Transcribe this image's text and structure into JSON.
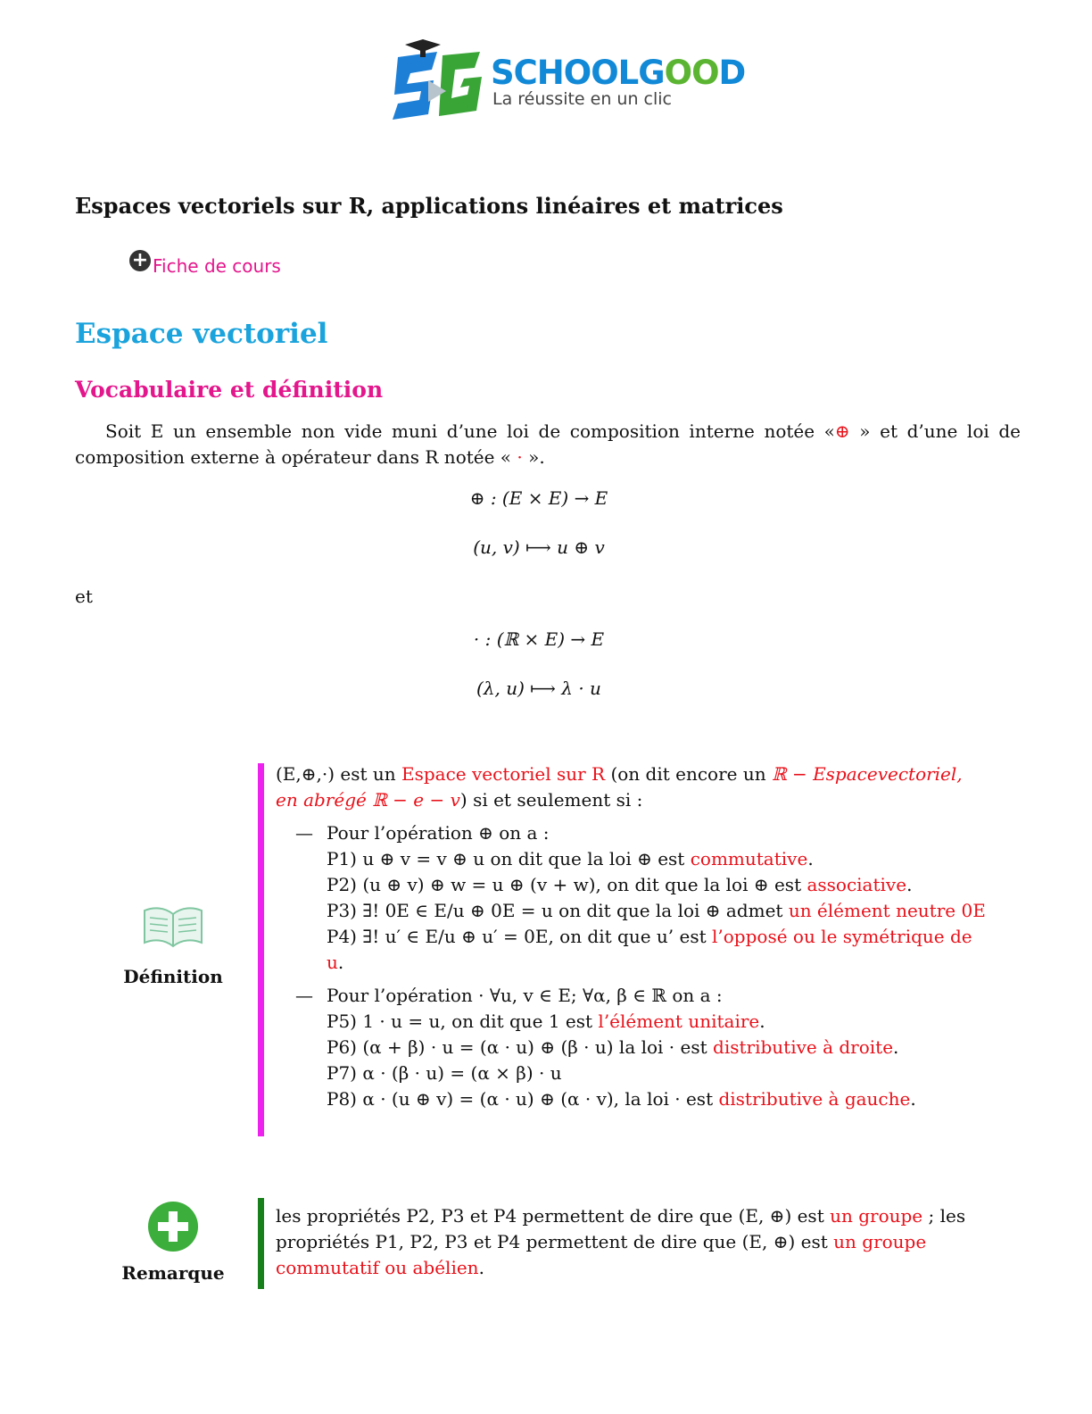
{
  "brand": {
    "name_part1": "SCHOOLG",
    "name_part2": "OO",
    "name_part3": "D",
    "tagline": "La réussite en un clic"
  },
  "document": {
    "title": "Espaces vectoriels sur R, applications linéaires et matrices",
    "fiche_link": "Fiche de cours",
    "section_heading": "Espace vectoriel",
    "subsection_heading": "Vocabulaire et définition",
    "intro": {
      "p1": "Soit E un ensemble non vide muni d’une loi de composition interne notée «",
      "op_plus": "⊕",
      "p2": " » et d’une loi de composi­tion externe à opérateur dans R notée « ",
      "op_dot": "·",
      "p3": " »."
    },
    "equations": {
      "e1": "⊕ : (E × E) → E",
      "e2": "(u, v) ⟼ u ⊕ v",
      "et": "et",
      "e3": "· : (ℝ × E) → E",
      "e4": "(λ, u) ⟼ λ · u"
    }
  },
  "definition": {
    "label": "Définition",
    "icon": "open-book-icon",
    "accent_color": "#ee22ee",
    "intro_a": "(E,⊕,·) est un ",
    "intro_red1": "Espace vectoriel sur R",
    "intro_b": " (on dit encore un ",
    "intro_red2": "ℝ − Espacevectoriel, en abrégé ℝ − e − v",
    "intro_c": ") si et seulement si :",
    "group1_head": "Pour l’opération ⊕ on a :",
    "group2_head": "Pour l’opération · ∀u, v ∈ E; ∀α, β ∈ ℝ on a :",
    "p1_a": "P1) u ⊕ v = v ⊕ u on dit que la loi ⊕ est ",
    "p1_red": "commutative",
    "p2_a": "P2) (u ⊕ v) ⊕ w = u ⊕ (v + w), on dit que la loi ⊕ est ",
    "p2_red": "associative",
    "p3_a": "P3) ∃! 0E ∈ E/u ⊕ 0E = u on dit que la loi ⊕ admet ",
    "p3_red": "un élément neutre 0E",
    "p4_a": "P4) ∃! u′ ∈ E/u ⊕ u′ = 0E, on dit que u’ est ",
    "p4_red": "l’opposé ou le symétrique de u",
    "p5_a": "P5) 1 · u = u, on dit que 1 est ",
    "p5_red": "l’élément unitaire",
    "p6_a": "P6) (α + β) · u = (α · u) ⊕ (β · u) la loi · est ",
    "p6_red": "distributive à droite",
    "p7_a": "P7) α · (β · u) = (α × β) · u",
    "p8_a": "P8) α · (u ⊕ v) = (α · u) ⊕ (α · v), la loi · est ",
    "p8_red": "distributive à gauche"
  },
  "remark": {
    "label": "Remarque",
    "icon": "plus-circle-icon",
    "accent_color": "#18801a",
    "t1": "les propriétés P2, P3 et P4 permettent de dire que (E, ⊕) est ",
    "r1": "un groupe",
    "t2": " ; les propriétés P1, P2, P3 et P4 permettent de dire que (E, ⊕) est ",
    "r2": "un groupe commutatif ou abélien",
    "t3": "."
  }
}
